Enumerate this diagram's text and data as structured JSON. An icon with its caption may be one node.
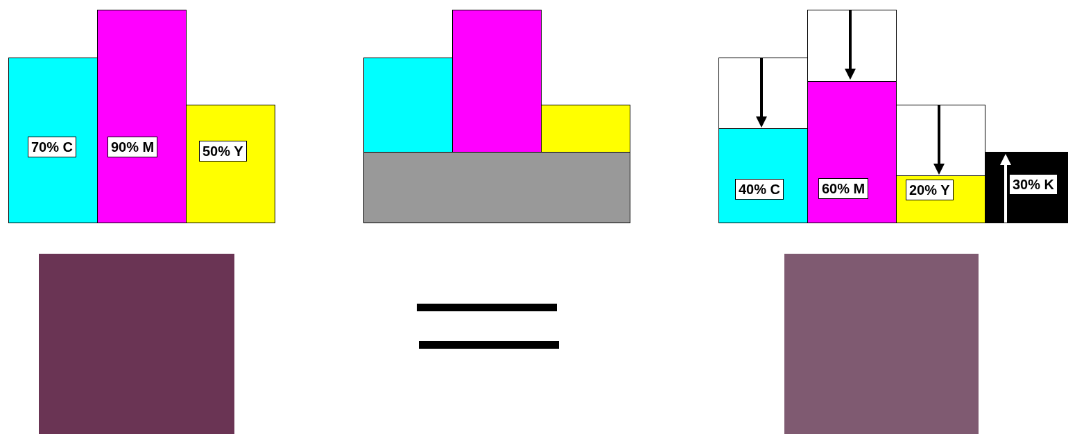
{
  "diagram": {
    "labels": [
      "70% C",
      "90% M",
      "50% Y",
      "40% C",
      "60% M",
      "20% Y",
      "30% K"
    ]
  }
}
